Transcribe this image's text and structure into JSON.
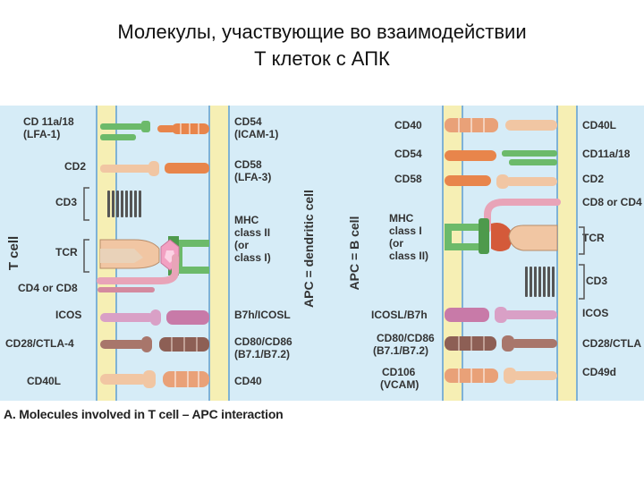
{
  "title": {
    "line1": "Молекулы, участвующие во взаимодействии",
    "line2": "Т клеток с АПК"
  },
  "colors": {
    "background": "#d6ecf7",
    "membrane": "#f6efb4",
    "membrane_edge": "#7fb2d6",
    "green": "#6cba6a",
    "orange": "#e8854b",
    "salmon": "#e9a178",
    "peach": "#f1c6a3",
    "pink_ring": "#f2a0c2",
    "lilac": "#d9a0c6",
    "brown": "#a8766b",
    "text": "#333333"
  },
  "panelA": {
    "t_cell_label": "T cell",
    "apc_label": "APC = dendritic cell",
    "left_labels": [
      "CD 11a/18",
      "(LFA-1)",
      "CD2",
      "CD3",
      "TCR",
      "CD4 or CD8",
      "ICOS",
      "CD28/CTLA-4",
      "CD40L"
    ],
    "right_labels": [
      "CD54",
      "(ICAM-1)",
      "CD58",
      "(LFA-3)",
      "MHC",
      "class II",
      "(or",
      "class I)",
      "B7h/ICOSL",
      "CD80/CD86",
      "(B7.1/B7.2)",
      "CD40"
    ],
    "caption": "A. Molecules involved in T cell – APC interaction"
  },
  "panelB": {
    "apc_label": "APC = B cell",
    "left_labels": [
      "CD40",
      "CD54",
      "CD58",
      "MHC",
      "class I",
      "(or",
      "class II)",
      "ICOSL/B7h",
      "CD80/CD86",
      "(B7.1/B7.2)",
      "CD106",
      "(VCAM)"
    ],
    "right_labels": [
      "CD40L",
      "CD11a/18",
      "CD2",
      "CD8 or CD4",
      "TCR",
      "CD3",
      "ICOS",
      "CD28/CTLA",
      "CD49d"
    ]
  }
}
